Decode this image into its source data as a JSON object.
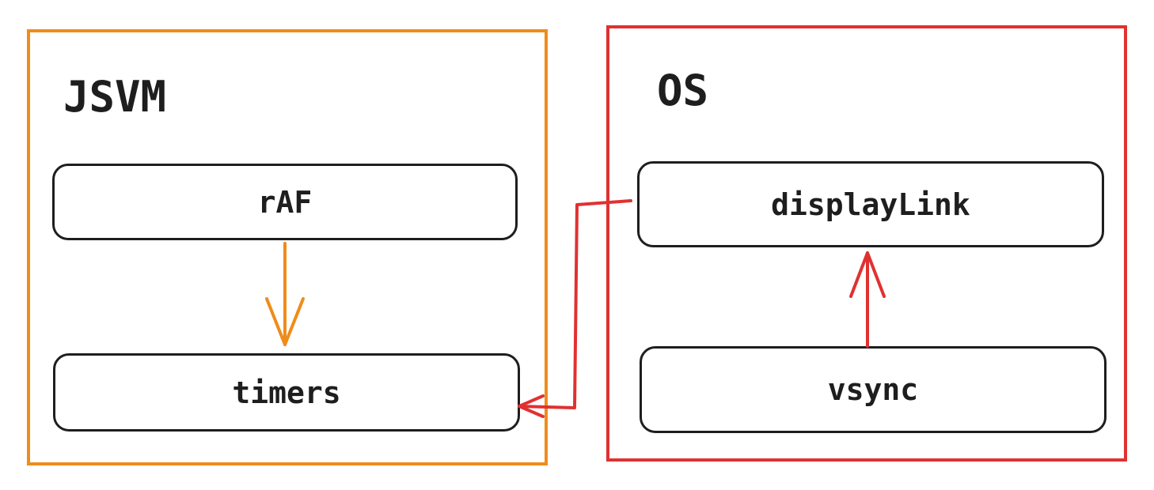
{
  "colors": {
    "jsvm": "#ef8c1a",
    "os": "#e03131",
    "stroke": "#1e1e1e",
    "background": "#ffffff"
  },
  "groups": {
    "jsvm": {
      "title": "JSVM"
    },
    "os": {
      "title": "OS"
    }
  },
  "nodes": {
    "raf": "rAF",
    "timers": "timers",
    "displaylink": "displayLink",
    "vsync": "vsync"
  }
}
